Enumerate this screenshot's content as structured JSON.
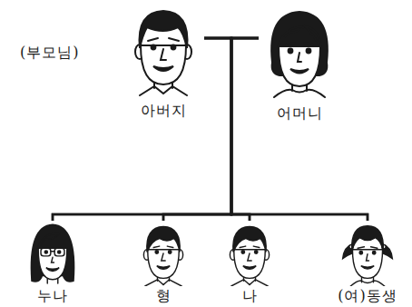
{
  "diagram": {
    "nodes": [
      {
        "text": [
          "아버지"
        ]
      },
      {
        "text": [
          "어머니"
        ]
      },
      {
        "text": [
          "누나"
        ]
      },
      {
        "text": [
          "형"
        ]
      },
      {
        "text": [
          "나"
        ]
      },
      {
        "text": [
          "(여)동생"
        ]
      }
    ],
    "edges": [
      {
        "from": 0,
        "to": 1,
        "arrow": "none"
      },
      {
        "from": 0,
        "to": 2,
        "arrow": "none"
      },
      {
        "from": 0,
        "to": 3,
        "arrow": "none"
      },
      {
        "from": 0,
        "to": 4,
        "arrow": "none"
      },
      {
        "from": 0,
        "to": 5,
        "arrow": "none"
      },
      {
        "from": 1,
        "to": 2,
        "arrow": "none"
      },
      {
        "from": 1,
        "to": 3,
        "arrow": "none"
      },
      {
        "from": 1,
        "to": 4,
        "arrow": "none"
      },
      {
        "from": 1,
        "to": 5,
        "arrow": "none"
      }
    ],
    "labels": [
      "(부모님)"
    ]
  }
}
